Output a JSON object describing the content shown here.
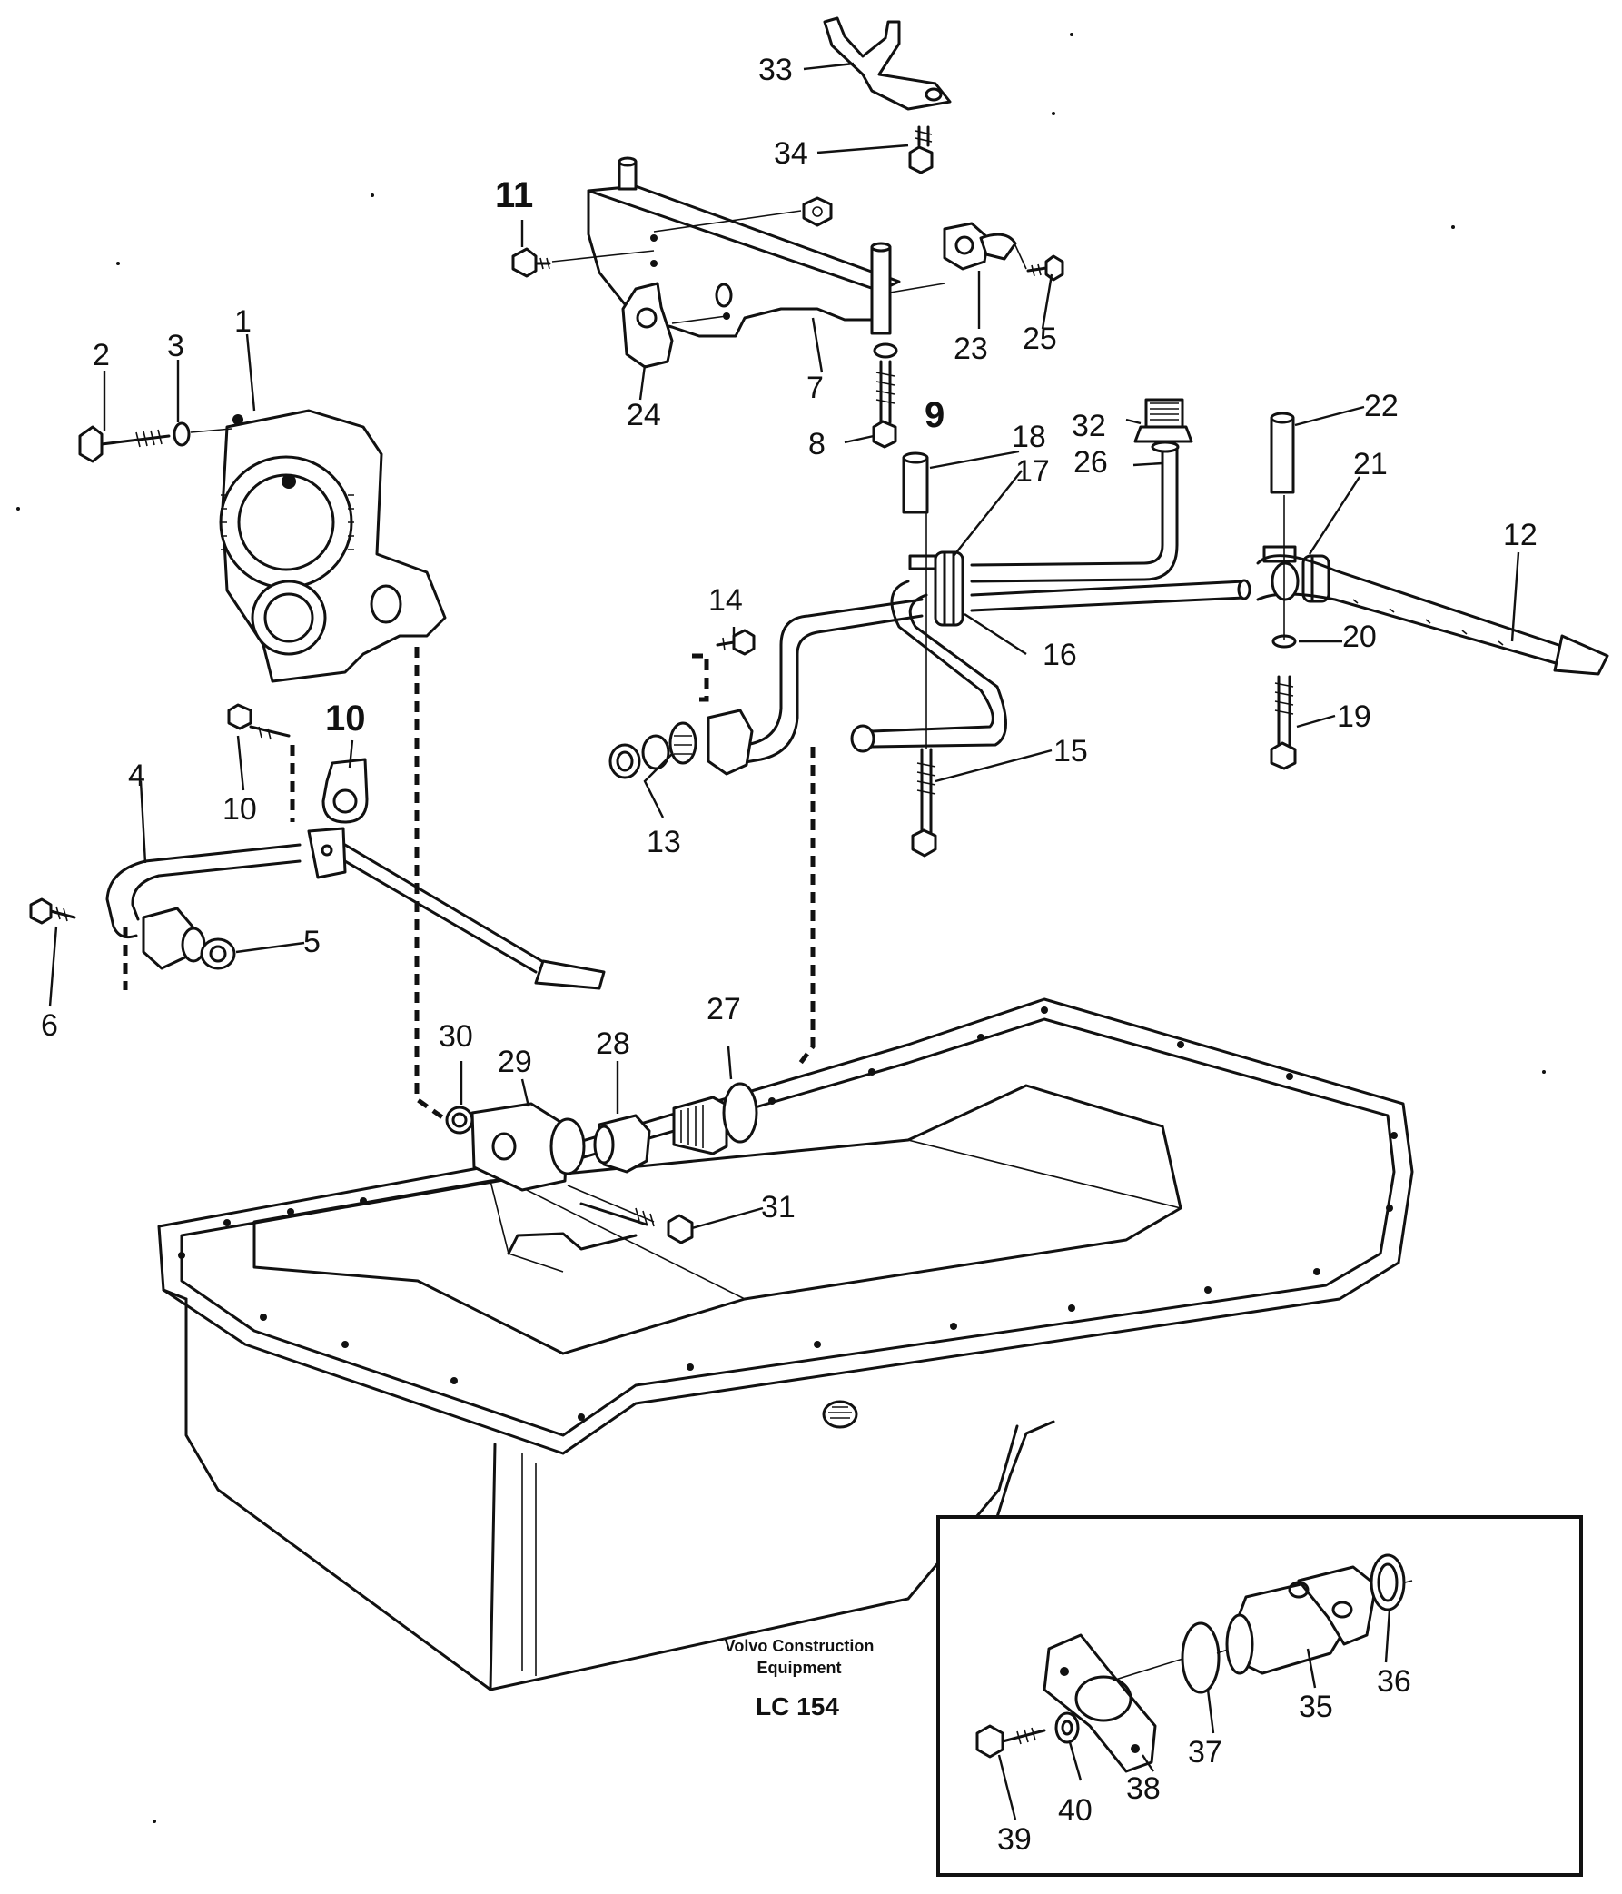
{
  "caption": {
    "line1": "Volvo Construction",
    "line2": "Equipment",
    "code": "LC 154"
  },
  "callouts": {
    "c1": "1",
    "c2": "2",
    "c3": "3",
    "c4": "4",
    "c5": "5",
    "c6": "6",
    "c7": "7",
    "c8": "8",
    "c9": "9",
    "c10a": "10",
    "c10b": "10",
    "c11": "11",
    "c12": "12",
    "c13": "13",
    "c14": "14",
    "c15": "15",
    "c16": "16",
    "c17": "17",
    "c18": "18",
    "c19": "19",
    "c20": "20",
    "c21": "21",
    "c22": "22",
    "c23": "23",
    "c24": "24",
    "c25": "25",
    "c26": "26",
    "c27": "27",
    "c28": "28",
    "c29": "29",
    "c30": "30",
    "c31": "31",
    "c32": "32",
    "c33": "33",
    "c34": "34",
    "c35": "35",
    "c36": "36",
    "c37": "37",
    "c38": "38",
    "c39": "39",
    "c40": "40"
  }
}
